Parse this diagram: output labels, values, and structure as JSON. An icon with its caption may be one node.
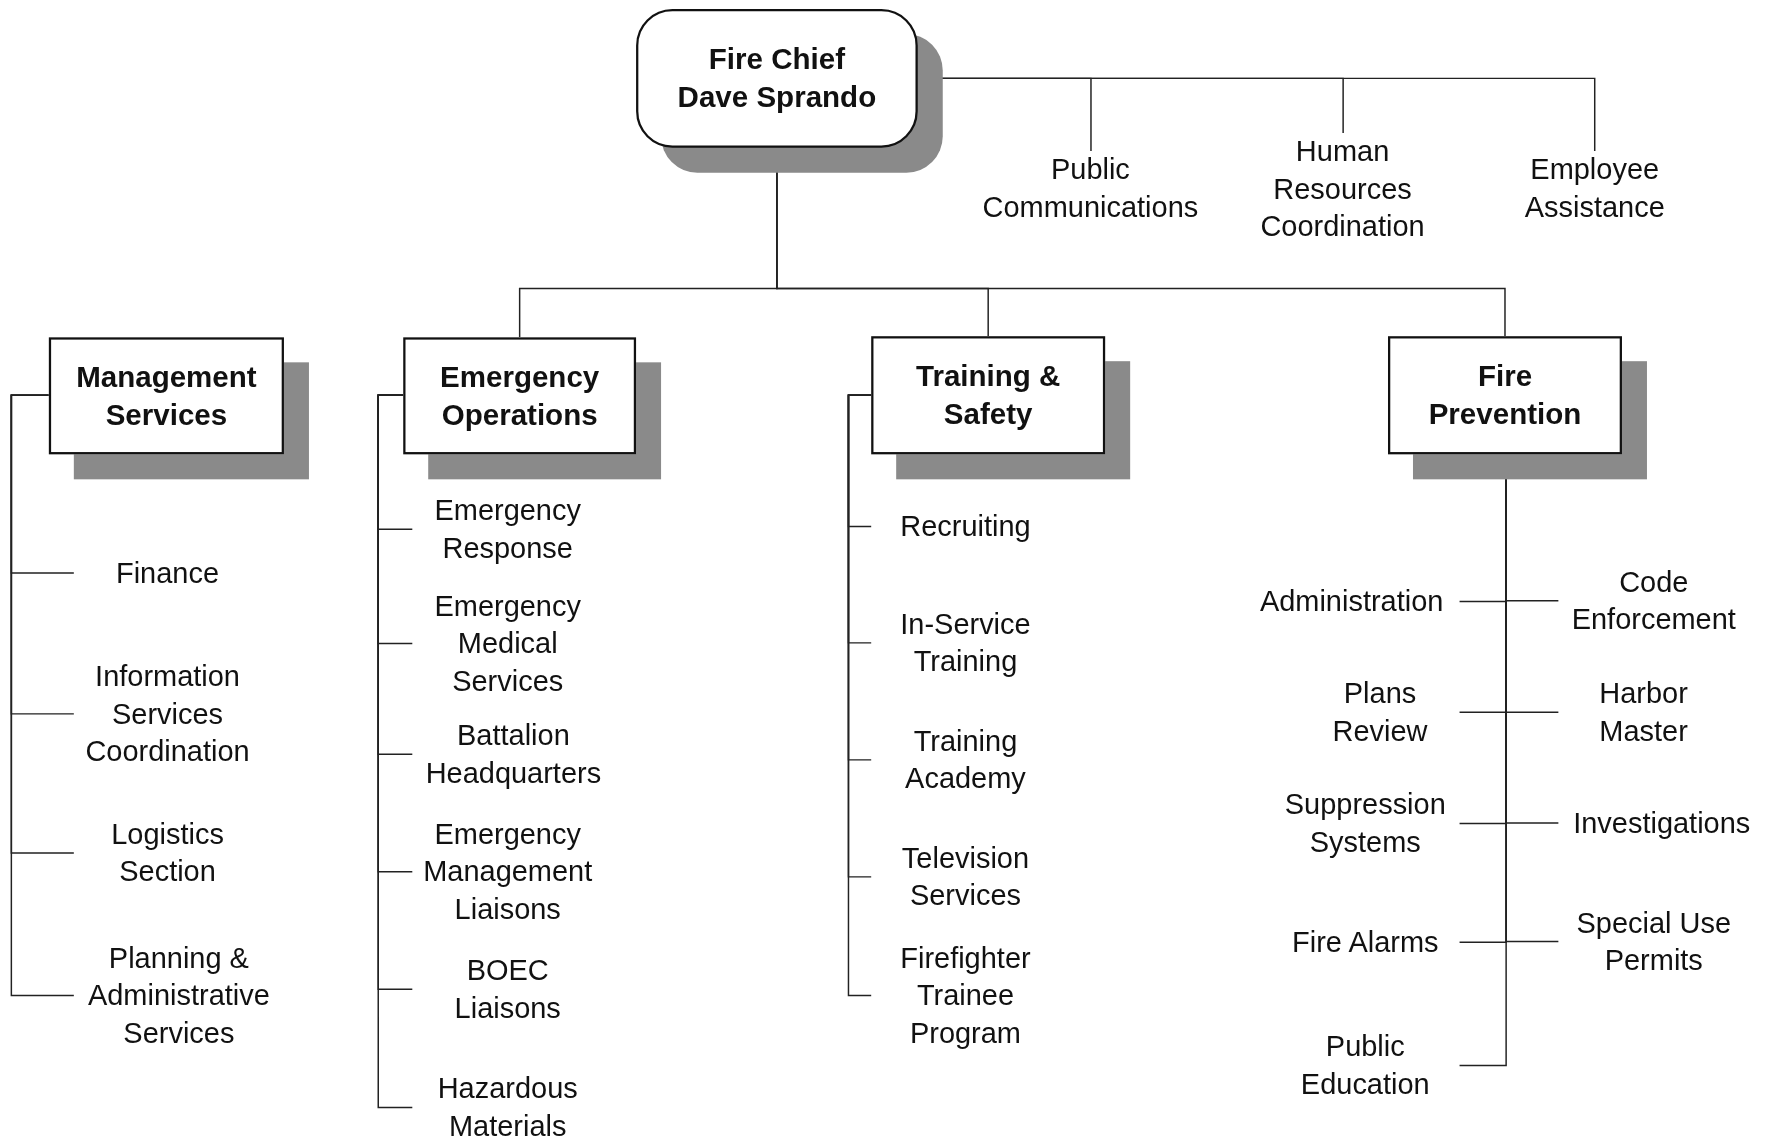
{
  "diagram": {
    "nodes": [
      {
        "text": [
          "Fire Chief",
          "Dave Sprando"
        ]
      },
      {
        "text": [
          "Public Communications"
        ]
      },
      {
        "text": [
          "Human Resources Coordination"
        ]
      },
      {
        "text": [
          "Employee Assistance"
        ]
      },
      {
        "text": [
          "Management Services"
        ]
      },
      {
        "text": [
          "Emergency Operations"
        ]
      },
      {
        "text": [
          "Training & Safety"
        ]
      },
      {
        "text": [
          "Fire Prevention"
        ]
      },
      {
        "text": [
          "Finance"
        ]
      },
      {
        "text": [
          "Information Services Coordination"
        ]
      },
      {
        "text": [
          "Logistics Section"
        ]
      },
      {
        "text": [
          "Planning & Administrative Services"
        ]
      },
      {
        "text": [
          "Emergency Response"
        ]
      },
      {
        "text": [
          "Emergency Medical Services"
        ]
      },
      {
        "text": [
          "Battalion Headquarters"
        ]
      },
      {
        "text": [
          "Emergency Management Liaisons"
        ]
      },
      {
        "text": [
          "BOEC Liaisons"
        ]
      },
      {
        "text": [
          "Hazardous Materials"
        ]
      },
      {
        "text": [
          "Recruiting"
        ]
      },
      {
        "text": [
          "In-Service Training"
        ]
      },
      {
        "text": [
          "Training Academy"
        ]
      },
      {
        "text": [
          "Television Services"
        ]
      },
      {
        "text": [
          "Firefighter Trainee Program"
        ]
      },
      {
        "text": [
          "Administration"
        ]
      },
      {
        "text": [
          "Code Enforcement"
        ]
      },
      {
        "text": [
          "Plans Review"
        ]
      },
      {
        "text": [
          "Harbor Master"
        ]
      },
      {
        "text": [
          "Suppression Systems"
        ]
      },
      {
        "text": [
          "Investigations"
        ]
      },
      {
        "text": [
          "Fire Alarms"
        ]
      },
      {
        "text": [
          "Special Use Permits"
        ]
      },
      {
        "text": [
          "Public Education"
        ]
      }
    ],
    "edges": [
      {
        "from": 0,
        "to": 1,
        "arrow": "none"
      },
      {
        "from": 0,
        "to": 2,
        "arrow": "none"
      },
      {
        "from": 0,
        "to": 3,
        "arrow": "none"
      },
      {
        "from": 0,
        "to": 5,
        "arrow": "none"
      },
      {
        "from": 0,
        "to": 6,
        "arrow": "none"
      },
      {
        "from": 0,
        "to": 7,
        "arrow": "none"
      },
      {
        "from": 4,
        "to": 8,
        "arrow": "none"
      },
      {
        "from": 4,
        "to": 9,
        "arrow": "none"
      },
      {
        "from": 4,
        "to": 10,
        "arrow": "none"
      },
      {
        "from": 4,
        "to": 11,
        "arrow": "none"
      },
      {
        "from": 5,
        "to": 12,
        "arrow": "none"
      },
      {
        "from": 5,
        "to": 13,
        "arrow": "none"
      },
      {
        "from": 5,
        "to": 14,
        "arrow": "none"
      },
      {
        "from": 5,
        "to": 15,
        "arrow": "none"
      },
      {
        "from": 5,
        "to": 16,
        "arrow": "none"
      },
      {
        "from": 5,
        "to": 17,
        "arrow": "none"
      },
      {
        "from": 6,
        "to": 18,
        "arrow": "none"
      },
      {
        "from": 6,
        "to": 19,
        "arrow": "none"
      },
      {
        "from": 6,
        "to": 20,
        "arrow": "none"
      },
      {
        "from": 6,
        "to": 21,
        "arrow": "none"
      },
      {
        "from": 6,
        "to": 22,
        "arrow": "none"
      },
      {
        "from": 7,
        "to": 23,
        "arrow": "none"
      },
      {
        "from": 7,
        "to": 24,
        "arrow": "none"
      },
      {
        "from": 7,
        "to": 25,
        "arrow": "none"
      },
      {
        "from": 7,
        "to": 26,
        "arrow": "none"
      },
      {
        "from": 7,
        "to": 27,
        "arrow": "none"
      },
      {
        "from": 7,
        "to": 28,
        "arrow": "none"
      },
      {
        "from": 7,
        "to": 29,
        "arrow": "none"
      },
      {
        "from": 7,
        "to": 30,
        "arrow": "none"
      },
      {
        "from": 7,
        "to": 31,
        "arrow": "none"
      }
    ]
  }
}
